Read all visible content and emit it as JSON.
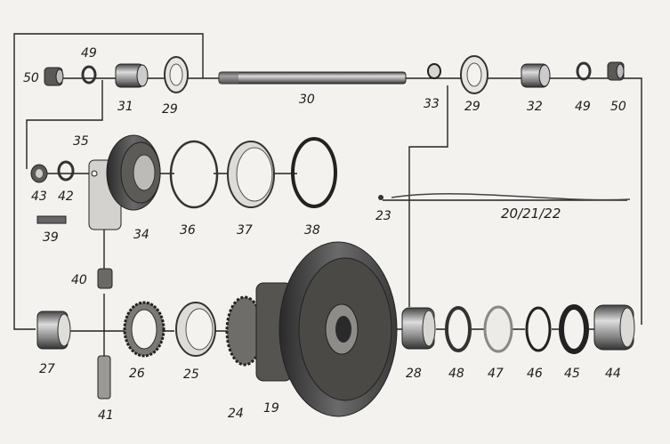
{
  "diagram": {
    "callouts": {
      "n50a": "50",
      "n49a": "49",
      "n31": "31",
      "n29a": "29",
      "n30": "30",
      "n33": "33",
      "n29b": "29",
      "n32": "32",
      "n49b": "49",
      "n50b": "50",
      "n35": "35",
      "n43": "43",
      "n42": "42",
      "n34": "34",
      "n36": "36",
      "n37": "37",
      "n38": "38",
      "n23": "23",
      "n20_22": "20/21/22",
      "n39": "39",
      "n40": "40",
      "n27": "27",
      "n26": "26",
      "n25": "25",
      "n24": "24",
      "n19": "19",
      "n28": "28",
      "n48": "48",
      "n47": "47",
      "n46": "46",
      "n45": "45",
      "n44": "44",
      "n41": "41"
    }
  }
}
